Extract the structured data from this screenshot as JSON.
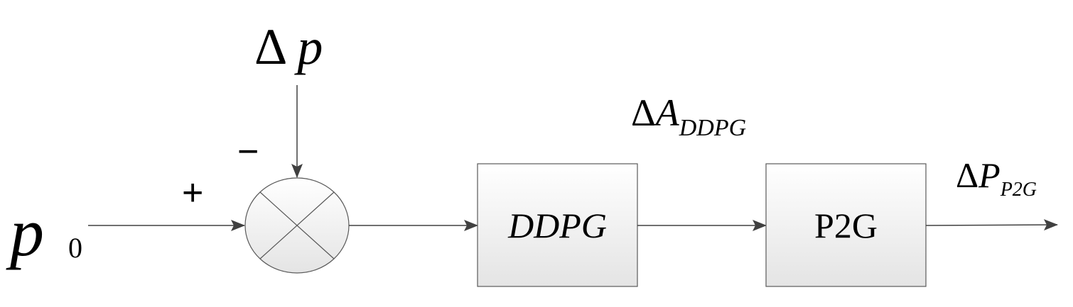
{
  "colors": {
    "line": "#404040",
    "box_border": "#595959",
    "box_fill_top": "#ffffff",
    "box_fill_bottom": "#e4e4e4",
    "text": "#000000"
  },
  "input": {
    "symbol": "p",
    "index": "0"
  },
  "disturbance": {
    "delta": "Δ",
    "symbol": "p"
  },
  "summing_junction": {
    "plus_sign": "+",
    "minus_sign": "−"
  },
  "blocks": [
    {
      "label": "DDPG"
    },
    {
      "label": "P2G"
    }
  ],
  "signals": {
    "ddpg_output": {
      "delta": "Δ",
      "symbol": "A",
      "subscript": "DDPG"
    },
    "p2g_output": {
      "delta": "Δ",
      "symbol": "P",
      "subscript": "P2G"
    }
  }
}
